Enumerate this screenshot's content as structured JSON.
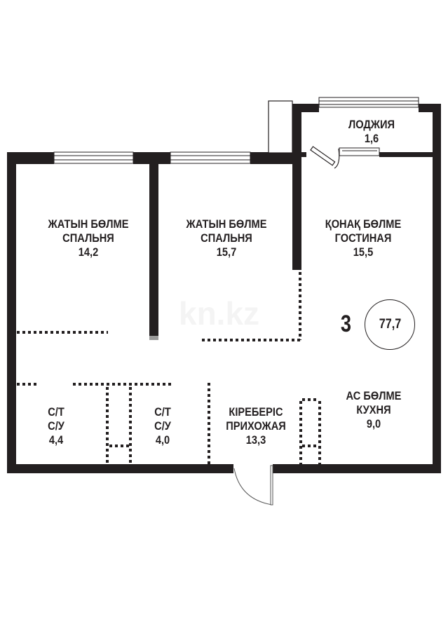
{
  "plan": {
    "watermark": "kn.kz",
    "rooms_count": "3",
    "total_area": "77,7",
    "colors": {
      "wall": "#231f20",
      "background": "#ffffff"
    },
    "rooms": [
      {
        "id": "loggia",
        "line1": "ЛОДЖИЯ",
        "line2": "",
        "area": "1,6"
      },
      {
        "id": "bedroom-1",
        "line1": "ЖАТЫН БӨЛМЕ",
        "line2": "СПАЛЬНЯ",
        "area": "14,2"
      },
      {
        "id": "bedroom-2",
        "line1": "ЖАТЫН БӨЛМЕ",
        "line2": "СПАЛЬНЯ",
        "area": "15,7"
      },
      {
        "id": "living-room",
        "line1": "ҚОНАҚ БӨЛМЕ",
        "line2": "ГОСТИНАЯ",
        "area": "15,5"
      },
      {
        "id": "bathroom-1",
        "line1": "С/Т",
        "line2": "С/У",
        "area": "4,4"
      },
      {
        "id": "bathroom-2",
        "line1": "С/Т",
        "line2": "С/У",
        "area": "4,0"
      },
      {
        "id": "hallway",
        "line1": "КІРЕБЕРІС",
        "line2": "ПРИХОЖАЯ",
        "area": "13,3"
      },
      {
        "id": "kitchen",
        "line1": "АС БӨЛМЕ",
        "line2": "КУХНЯ",
        "area": "9,0"
      }
    ]
  }
}
